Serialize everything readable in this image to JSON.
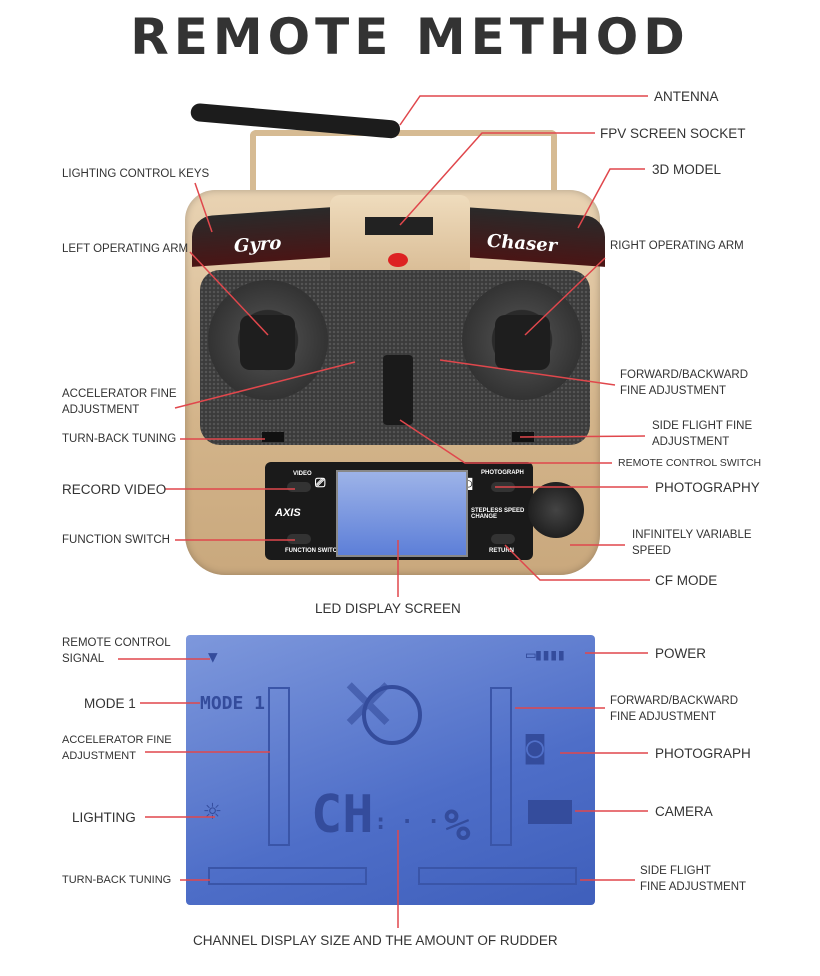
{
  "title": "REMOTE METHOD",
  "controller": {
    "left_brand": "Gyro",
    "right_brand": "Chaser",
    "video": "VIDEO",
    "photograph": "PHOTOGRAPH",
    "function": "FUNCTION SWITCHOVER",
    "stepless": "STEPLESS SPEED CHANGE",
    "return": "RETURN",
    "logo": "AXIS"
  },
  "top_labels": {
    "antenna": "ANTENNA",
    "fpv": "FPV SCREEN SOCKET",
    "model3d": "3D MODEL",
    "lighting_keys": "LIGHTING CONTROL KEYS",
    "left_arm": "LEFT OPERATING ARM",
    "right_arm": "RIGHT OPERATING ARM",
    "accel_1": "ACCELERATOR FINE",
    "accel_2": "ADJUSTMENT",
    "fb_1": "FORWARD/BACKWARD",
    "fb_2": "FINE ADJUSTMENT",
    "turnback": "TURN-BACK TUNING",
    "side_1": "SIDE FLIGHT FINE",
    "side_2": "ADJUSTMENT",
    "rc_switch": "REMOTE CONTROL SWITCH",
    "record": "RECORD VIDEO",
    "photography": "PHOTOGRAPHY",
    "function": "FUNCTION SWITCH",
    "speed_1": "INFINITELY VARIABLE",
    "speed_2": "SPEED",
    "cf": "CF MODE",
    "led": "LED DISPLAY SCREEN"
  },
  "lcd": {
    "mode": "MODE 1",
    "ch": "CH",
    "pct": "%",
    "dots": ": · ·"
  },
  "bottom_labels": {
    "signal_1": "REMOTE CONTROL",
    "signal_2": "SIGNAL",
    "mode": "MODE 1",
    "accel_1": "ACCELERATOR FINE",
    "accel_2": "ADJUSTMENT",
    "lighting": "LIGHTING",
    "turnback": "TURN-BACK TUNING",
    "power": "POWER",
    "fb_1": "FORWARD/BACKWARD",
    "fb_2": "FINE ADJUSTMENT",
    "photograph": "PHOTOGRAPH",
    "camera": "CAMERA",
    "side_1": "SIDE FLIGHT",
    "side_2": "FINE ADJUSTMENT",
    "channel": "CHANNEL DISPLAY SIZE AND THE AMOUNT OF RUDDER"
  },
  "colors": {
    "leader": "#e0474c",
    "lcd": "#5573c9"
  }
}
